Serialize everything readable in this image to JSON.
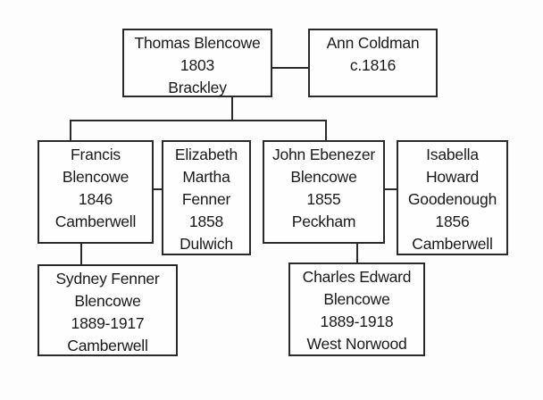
{
  "diagram": {
    "type": "family-tree",
    "people": {
      "thomas": [
        "Thomas Blencowe",
        "1803",
        "Brackley"
      ],
      "ann": [
        "Ann Coldman",
        "c.1816"
      ],
      "francis": [
        "Francis",
        "Blencowe",
        "1846",
        "Camberwell"
      ],
      "elizabeth": [
        "Elizabeth",
        "Martha",
        "Fenner",
        "1858",
        "Dulwich"
      ],
      "john": [
        "John Ebenezer",
        "Blencowe",
        "1855",
        "Peckham"
      ],
      "isabella": [
        "Isabella",
        "Howard",
        "Goodenough",
        "1856",
        "Camberwell"
      ],
      "sydney": [
        "Sydney Fenner",
        "Blencowe",
        "1889-1917",
        "Camberwell"
      ],
      "charles": [
        "Charles Edward",
        "Blencowe",
        "1889-1918",
        "West Norwood"
      ]
    },
    "relationships": [
      {
        "type": "marriage",
        "from": "thomas",
        "to": "ann"
      },
      {
        "type": "child",
        "parent": "thomas",
        "child": "francis"
      },
      {
        "type": "child",
        "parent": "thomas",
        "child": "john"
      },
      {
        "type": "marriage",
        "from": "francis",
        "to": "elizabeth"
      },
      {
        "type": "marriage",
        "from": "john",
        "to": "isabella"
      },
      {
        "type": "child",
        "parent": "francis",
        "child": "sydney"
      },
      {
        "type": "child",
        "parent": "john",
        "child": "charles"
      }
    ]
  }
}
